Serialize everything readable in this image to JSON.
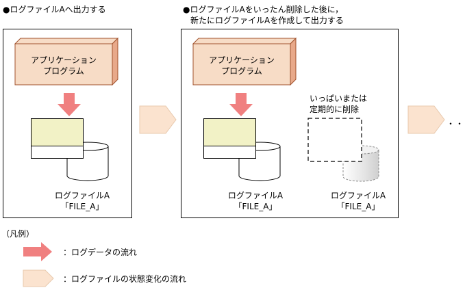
{
  "colors": {
    "app_face": "#f7dcc6",
    "app_side": "#e8a98a",
    "app_border": "#a0522d",
    "data_arrow": "#f08080",
    "file_fill": "#f2f2c6",
    "state_arrow": "#fbe3cf",
    "cylinder_fill": "#ffffff",
    "cylinder_gray": "#dedede"
  },
  "left_section": {
    "heading": "●ログファイルAへ出力する",
    "app_label_line1": "アプリケーション",
    "app_label_line2": "プログラム",
    "file_label_line1": "ログファイルA",
    "file_label_line2": "「FILE_A」"
  },
  "right_section": {
    "heading_line1": "●ログファイルAをいったん削除した後に，",
    "heading_line2": "新たにログファイルAを作成して出力する",
    "app_label_line1": "アプリケーション",
    "app_label_line2": "プログラム",
    "file_label_line1": "ログファイルA",
    "file_label_line2": "「FILE_A」",
    "deleted_note_line1": "いっぱいまたは",
    "deleted_note_line2": "定期的に削除",
    "deleted_file_label_line1": "ログファイルA",
    "deleted_file_label_line2": "「FILE_A」"
  },
  "continuation": "・・・",
  "legend": {
    "title": "（凡例）",
    "log_flow": "：ログデータの流れ",
    "state_flow": "：ログファイルの状態変化の流れ"
  }
}
